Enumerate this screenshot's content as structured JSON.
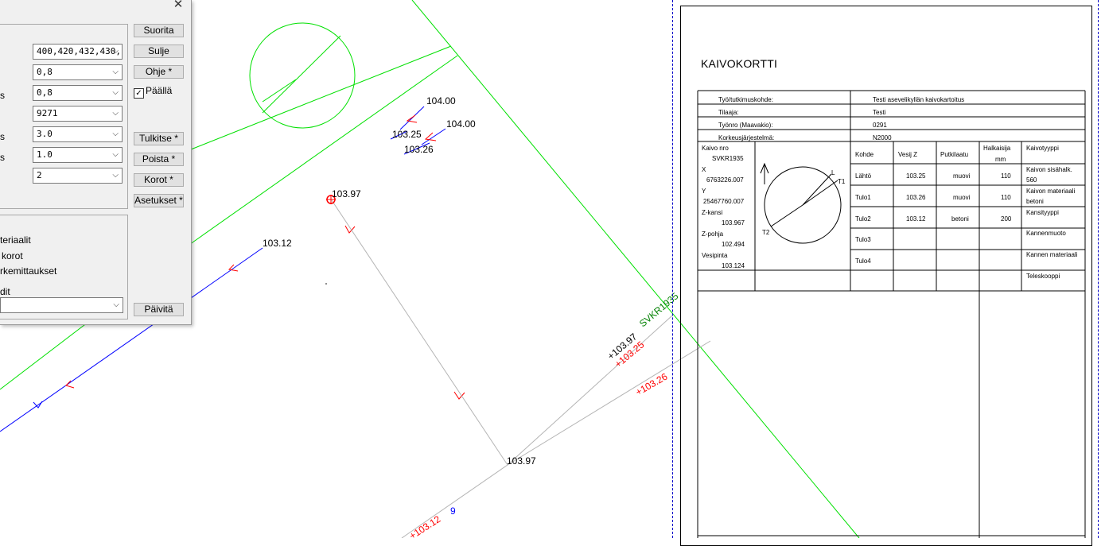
{
  "dialog": {
    "close_symbol": "✕",
    "fields": [
      {
        "label": "",
        "value": "400,420,432,430,"
      },
      {
        "label": "",
        "value": "0,8"
      },
      {
        "label": "s",
        "value": "0,8"
      },
      {
        "label": "",
        "value": "9271"
      },
      {
        "label": "s",
        "value": "3.0"
      },
      {
        "label": "s",
        "value": "1.0"
      },
      {
        "label": "",
        "value": "2"
      }
    ],
    "buttons": {
      "suorita": "Suorita",
      "sulje": "Sulje",
      "ohje": "Ohje *",
      "tulkitse": "Tulkitse *",
      "poista": "Poista *",
      "korot": "Korot *",
      "asetukset": "Asetukset *",
      "paivita": "Päivitä"
    },
    "checkbox": {
      "label": "Päällä",
      "checked": true,
      "mark": "✓"
    },
    "options": [
      "teriaalit",
      "korot",
      "rkemittaukset",
      "dit"
    ],
    "chevron": "⌵"
  },
  "drawing": {
    "labels": [
      {
        "text": "104.00",
        "color": "#000000"
      },
      {
        "text": "103.25",
        "color": "#000000"
      },
      {
        "text": "104.00",
        "color": "#000000"
      },
      {
        "text": "103.26",
        "color": "#000000"
      },
      {
        "text": "103.97",
        "color": "#000000"
      },
      {
        "text": "103.12",
        "color": "#000000"
      },
      {
        "text": "103.97",
        "color": "#000000"
      },
      {
        "text": "SVKR1935",
        "color": "#008000"
      },
      {
        "text": "+103.97",
        "color": "#000000"
      },
      {
        "text": "+103.25",
        "color": "#ff0000"
      },
      {
        "text": "+103.26",
        "color": "#ff0000"
      },
      {
        "text": "+103.12",
        "color": "#ff0000"
      },
      {
        "text": "9",
        "color": "#0000ff"
      }
    ],
    "colors": {
      "boundary": "#00e000",
      "water_pipe": "#0000ff",
      "flow_arrow": "#ff0000",
      "sewer": "#b4b4b4",
      "frame": "#0000c8"
    }
  },
  "card": {
    "title": "KAIVOKORTTI",
    "header_rows": [
      {
        "label": "Työ/tutkimuskohde:",
        "value": "Testi asevelikyllän kaivokartoitus"
      },
      {
        "label": "Tilaaja:",
        "value": "Testi"
      },
      {
        "label": "Työnro (Maavakio):",
        "value": "0291"
      },
      {
        "label": "Korkeusjärjestelmä:",
        "value": "N2000"
      }
    ],
    "well": {
      "nro_label": "Kaivo nro",
      "nro": "SVKR1935",
      "x_label": "X",
      "x": "6763226.007",
      "y_label": "Y",
      "y": "25467760.007",
      "zkansi_label": "Z-kansi",
      "zkansi": "103.967",
      "zpohja_label": "Z-pohja",
      "zpohja": "102.494",
      "vesipinta_label": "Vesipinta",
      "vesipinta": "103.124"
    },
    "diagram_labels": {
      "l": "L",
      "t1": "T1",
      "t2": "T2"
    },
    "columns": [
      "Kohde",
      "Vesij Z",
      "Putkilaatu",
      "Halkaisija",
      "mm",
      "Kaivotyyppi"
    ],
    "rows": [
      {
        "kohde": "Lähtö",
        "z": "103.25",
        "laatu": "muovi",
        "halk": "110"
      },
      {
        "kohde": "Tulo1",
        "z": "103.26",
        "laatu": "muovi",
        "halk": "110"
      },
      {
        "kohde": "Tulo2",
        "z": "103.12",
        "laatu": "betoni",
        "halk": "200"
      },
      {
        "kohde": "Tulo3",
        "z": "",
        "laatu": "",
        "halk": ""
      },
      {
        "kohde": "Tulo4",
        "z": "",
        "laatu": "",
        "halk": ""
      }
    ],
    "type_entries": [
      {
        "label": "Kaivon sisähalk.",
        "value": "560"
      },
      {
        "label": "Kaivon materiaali",
        "value": "betoni"
      },
      {
        "label": "Kansityyppi",
        "value": ""
      },
      {
        "label": "Kannenmuoto",
        "value": ""
      },
      {
        "label": "Kannen materiaali",
        "value": ""
      },
      {
        "label": "Teleskooppi",
        "value": ""
      }
    ]
  }
}
